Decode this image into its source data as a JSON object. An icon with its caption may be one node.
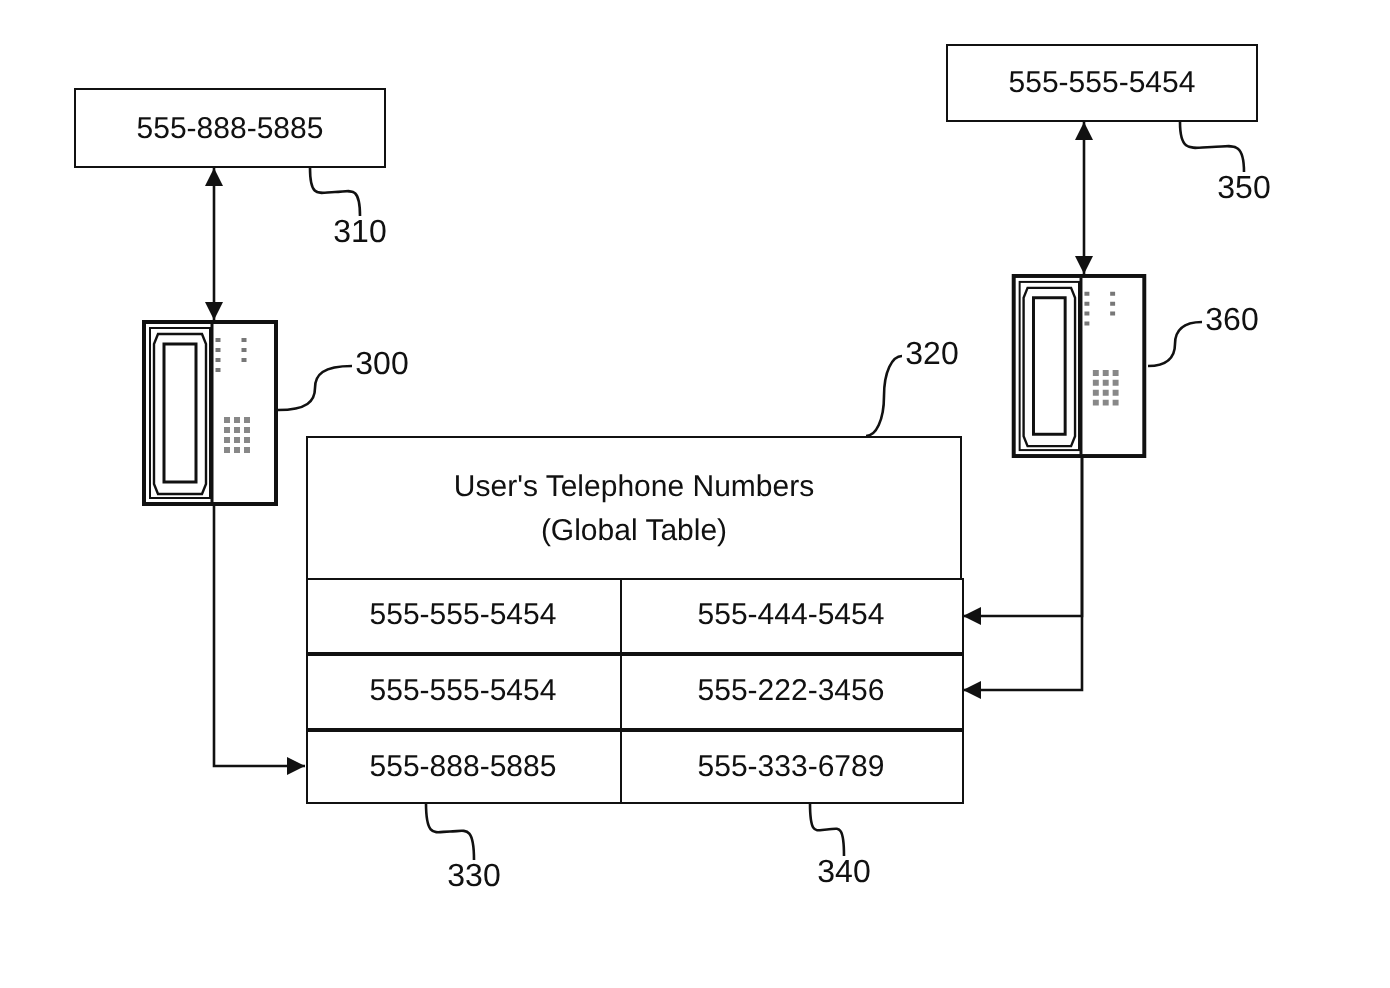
{
  "diagram": {
    "nodes": [
      {
        "text": [
          "555-888-5885"
        ]
      },
      {
        "text": [
          "555-555-5454"
        ]
      },
      {
        "text": [],
        "shape": "picture"
      },
      {
        "text": [],
        "shape": "picture"
      },
      {
        "text": [
          "User's Telephone Numbers (Global Table)"
        ]
      },
      {
        "text": [
          "555-555-5454"
        ],
        "in": 4
      },
      {
        "text": [
          "555-444-5454"
        ],
        "in": 4
      },
      {
        "text": [
          "555-555-5454"
        ],
        "in": 4
      },
      {
        "text": [
          "555-222-3456"
        ],
        "in": 4
      },
      {
        "text": [
          "555-888-5885"
        ],
        "in": 4
      },
      {
        "text": [
          "555-333-6789"
        ],
        "in": 4
      },
      {
        "text": [
          "310"
        ]
      },
      {
        "text": [
          "300"
        ]
      },
      {
        "text": [
          "320"
        ]
      },
      {
        "text": [
          "350"
        ]
      },
      {
        "text": [
          "360"
        ]
      },
      {
        "text": [
          "330"
        ]
      },
      {
        "text": [
          "340"
        ]
      }
    ],
    "edges": [
      {
        "from": 0,
        "to": 2,
        "arrow": "both"
      },
      {
        "from": 1,
        "to": 3,
        "arrow": "both"
      },
      {
        "from": 2,
        "to": 9,
        "arrow": "to"
      },
      {
        "from": 3,
        "to": 6,
        "arrow": "to"
      },
      {
        "from": 3,
        "to": 8,
        "arrow": "to"
      },
      {
        "from": 11,
        "to": 0,
        "arrow": "none"
      },
      {
        "from": 12,
        "to": 2,
        "arrow": "none"
      },
      {
        "from": 13,
        "to": 4,
        "arrow": "none"
      },
      {
        "from": 14,
        "to": 1,
        "arrow": "none"
      },
      {
        "from": 15,
        "to": 3,
        "arrow": "none"
      },
      {
        "from": 16,
        "to": 9,
        "arrow": "none"
      },
      {
        "from": 17,
        "to": 10,
        "arrow": "none"
      }
    ]
  }
}
